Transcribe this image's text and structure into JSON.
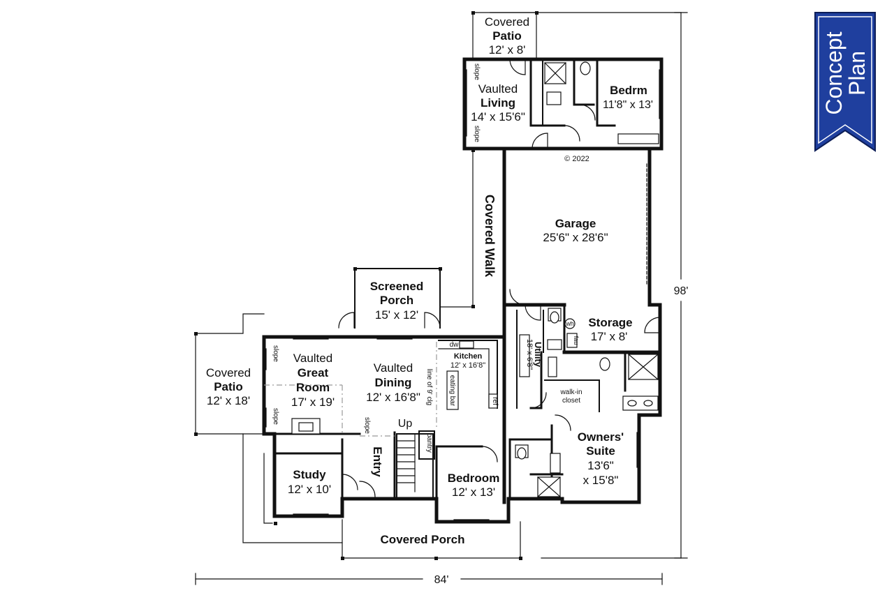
{
  "badge": {
    "line1": "Concept",
    "line2": "Plan",
    "color": "#1f3f9e"
  },
  "copyright": "© 2022",
  "dimensions": {
    "width": "84'",
    "depth": "98'"
  },
  "rooms": {
    "covered_patio_top": {
      "l1": "Covered",
      "l2": "Patio",
      "size": "12' x 8'"
    },
    "vaulted_living": {
      "l1": "Vaulted",
      "l2": "Living",
      "size": "14' x 15'6\""
    },
    "bedrm": {
      "name": "Bedrm",
      "size": "11'8\" x 13'"
    },
    "covered_walk": "Covered Walk",
    "garage": {
      "name": "Garage",
      "size": "25'6\" x 28'6\""
    },
    "screened_porch": {
      "l1": "Screened",
      "l2": "Porch",
      "size": "15' x 12'"
    },
    "storage": {
      "name": "Storage",
      "size": "17' x 8'"
    },
    "utility": {
      "name": "Utility",
      "size": "18' x 6'8\""
    },
    "covered_patio_left": {
      "l1": "Covered",
      "l2": "Patio",
      "size": "12' x 18'"
    },
    "great_room": {
      "l1": "Vaulted",
      "l2": "Great",
      "l3": "Room",
      "size": "17' x 19'"
    },
    "dining": {
      "l1": "Vaulted",
      "l2": "Dining",
      "size": "12' x 16'8\""
    },
    "kitchen": {
      "name": "Kitchen",
      "size": "12' x 16'8\""
    },
    "owners_suite": {
      "l1": "Owners'",
      "l2": "Suite",
      "l3": "13'6\"",
      "l4": "x 15'8\""
    },
    "study": {
      "name": "Study",
      "size": "12' x 10'"
    },
    "entry": "Entry",
    "bedroom": {
      "name": "Bedroom",
      "size": "12' x 13'"
    },
    "covered_porch": "Covered Porch"
  },
  "annotations": {
    "slope": "slope",
    "up": "Up",
    "pantry": "pantry",
    "dw": "dw",
    "eating_bar": "eating bar",
    "line_of_clg": "line of 9' clg",
    "ref": "ref",
    "wh": "wh",
    "fau": "fau",
    "walk_in": "walk-in",
    "closet": "closet"
  }
}
